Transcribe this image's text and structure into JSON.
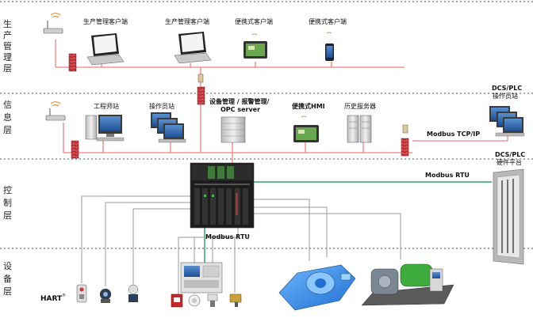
{
  "layers": [
    {
      "key": "production",
      "chars": [
        "生",
        "产",
        "管",
        "理",
        "层"
      ]
    },
    {
      "key": "information",
      "chars": [
        "信",
        "息",
        "层"
      ]
    },
    {
      "key": "control",
      "chars": [
        "控",
        "制",
        "层"
      ]
    },
    {
      "key": "device",
      "chars": [
        "设",
        "备",
        "层"
      ]
    }
  ],
  "production_layer": {
    "client1": "生产管理客户端",
    "client2": "生产管理客户端",
    "portable1": "便携式客户端",
    "portable2": "便携式客户端"
  },
  "information_layer": {
    "engineer": "工程师站",
    "operator": "操作员站",
    "device_mgmt_line1": "设备管理 / 报警管理/",
    "device_mgmt_line2": "OPC server",
    "hmi": "便携式HMI",
    "history": "历史服务器",
    "dcs_ops_line1": "DCS/PLC",
    "dcs_ops_line2": "操作员站",
    "bus": "Modbus TCP/IP"
  },
  "control_layer": {
    "modbus_rtu_right": "Modbus RTU",
    "modbus_rtu_bottom": "Modbus RTU",
    "dcs_hw_line1": "DCS/PLC",
    "dcs_hw_line2": "硬件平台"
  },
  "device_layer": {
    "hart": "HART"
  },
  "colors": {
    "ethernet": "#f08080",
    "modbus_rtu": "#2ca05a",
    "field_wire": "#9a9a9a",
    "firewall": "#c0282d"
  },
  "icons": [
    "wifi-router-icon",
    "laptop-icon",
    "tablet-icon",
    "phone-icon",
    "firewall-icon",
    "server-tower-icon",
    "workstation-icon",
    "operator-console-icon",
    "plc-rack-icon",
    "cabinet-icon",
    "pump-icon",
    "compressor-icon",
    "transmitter-icon",
    "valve-icon",
    "panel-meter-icon"
  ]
}
